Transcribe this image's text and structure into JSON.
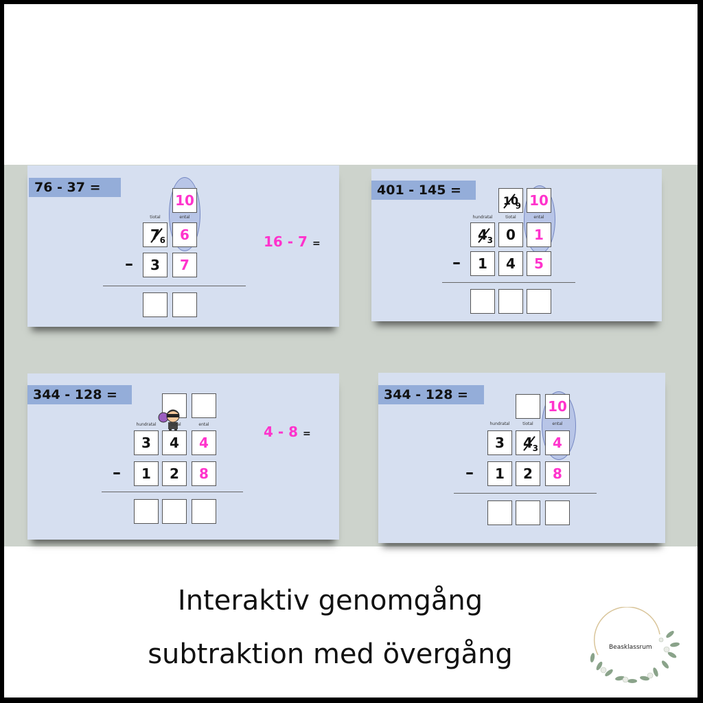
{
  "slides": [
    {
      "expression": "76 - 37 =",
      "headers": [
        "tiotal",
        "ental"
      ],
      "borrow": "10",
      "top_row": [
        "7",
        "6"
      ],
      "top_row_small": "6",
      "bottom_row": [
        "3",
        "7"
      ],
      "side_expression": "16 - 7",
      "side_equals": "="
    },
    {
      "expression": "401 - 145 =",
      "headers": [
        "hundratal",
        "tiotal",
        "ental"
      ],
      "borrow_tens": "10",
      "borrow_tens_small": "9",
      "borrow": "10",
      "top_row": [
        "4",
        "0",
        "1"
      ],
      "top_row_small": "3",
      "bottom_row": [
        "1",
        "4",
        "5"
      ]
    },
    {
      "expression": "344 - 128 =",
      "headers": [
        "hundratal",
        "tiotal",
        "ental"
      ],
      "top_row": [
        "3",
        "4",
        "4"
      ],
      "bottom_row": [
        "1",
        "2",
        "8"
      ],
      "side_expression": "4 - 8",
      "side_equals": "="
    },
    {
      "expression": "344 - 128 =",
      "headers": [
        "hundratal",
        "tiotal",
        "ental"
      ],
      "borrow": "10",
      "top_row": [
        "3",
        "4",
        "4"
      ],
      "top_row_small": "3",
      "bottom_row": [
        "1",
        "2",
        "8"
      ]
    }
  ],
  "minus_sign": "–",
  "caption": {
    "line1": "Interaktiv genomgång",
    "line2": "subtraktion med övergång"
  },
  "logo_text": "Beasklassrum",
  "colors": {
    "pink": "#ff33cc",
    "label_bg": "#94add9",
    "slide_bg": "#d6dff0",
    "band_bg": "#cdd3cc"
  }
}
